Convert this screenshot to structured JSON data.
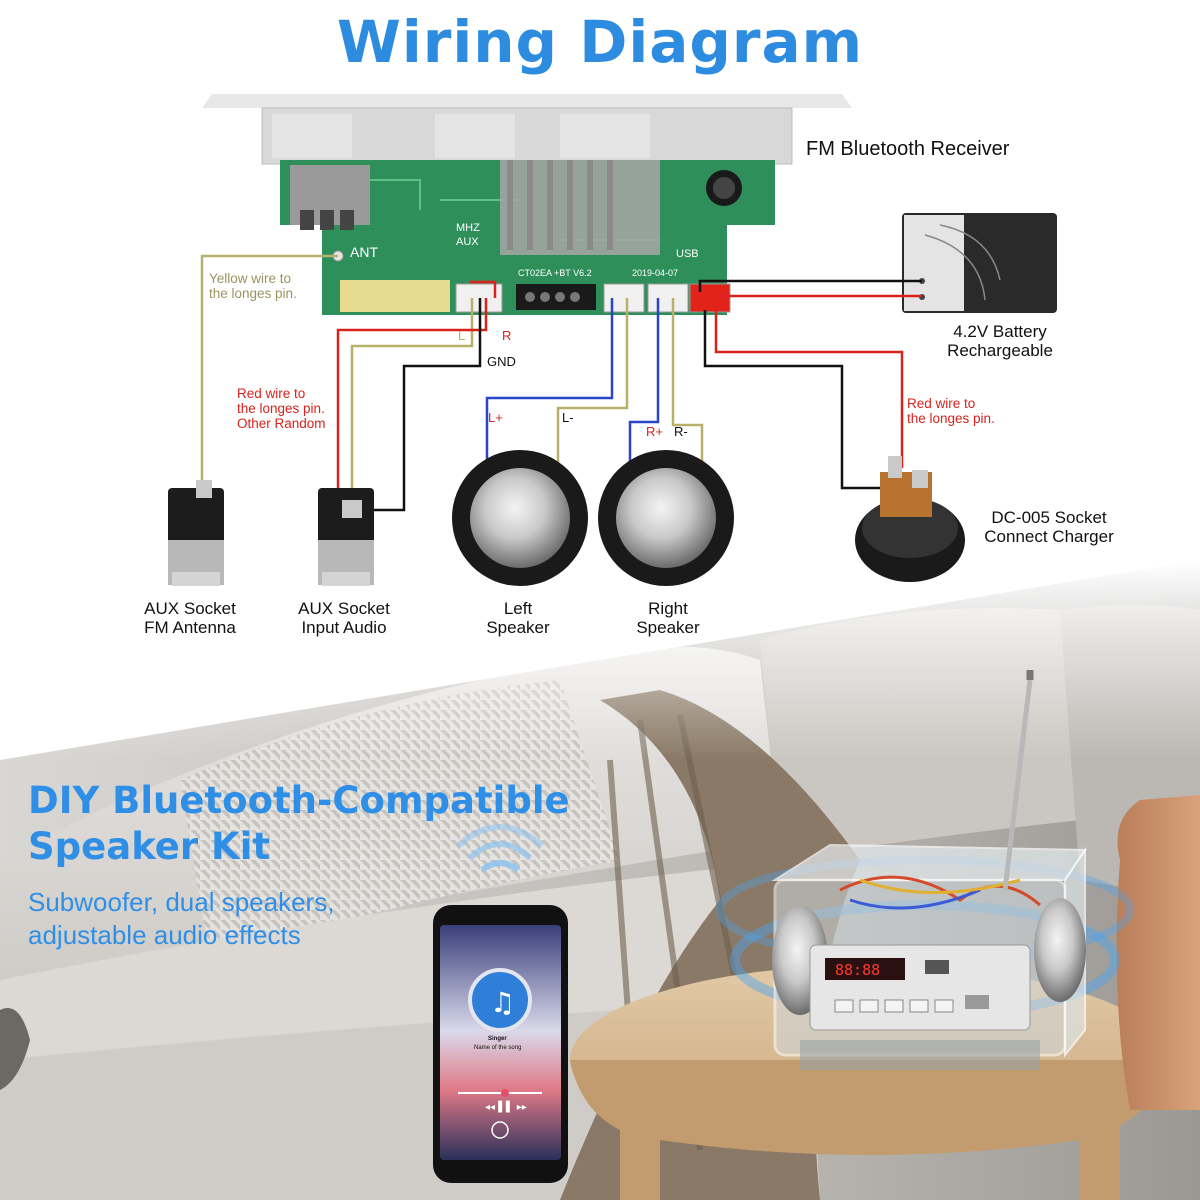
{
  "title": "Wiring Diagram",
  "labels": {
    "receiver": "FM Bluetooth Receiver",
    "battery": [
      "4.2V Battery",
      "Rechargeable"
    ],
    "dc_socket": [
      "DC-005 Socket",
      "Connect Charger"
    ],
    "aux_antenna": [
      "AUX Socket",
      "FM Antenna"
    ],
    "aux_input": [
      "AUX Socket",
      "Input Audio"
    ],
    "left_speaker": [
      "Left",
      "Speaker"
    ],
    "right_speaker": [
      "Right",
      "Speaker"
    ]
  },
  "notes": {
    "yellow_wire": [
      "Yellow wire to",
      "the longes pin."
    ],
    "red_wire_aux": [
      "Red wire to",
      "the longes pin.",
      "Other Random"
    ],
    "red_wire_dc": [
      "Red wire to",
      "the longes pin."
    ]
  },
  "pins": {
    "l": "L",
    "r": "R",
    "gnd": "GND",
    "l_plus": "L+",
    "l_minus": "L-",
    "r_plus": "R+",
    "r_minus": "R-"
  },
  "board": {
    "ant": "ANT",
    "aux": "AUX",
    "mhz": "MHZ",
    "usb": "USB",
    "model": "CT02EA +BT V6.2",
    "date": "2019-04-07"
  },
  "phone": {
    "singer": "Singer",
    "song": "Name of the song"
  },
  "promo": {
    "title": [
      "DIY Bluetooth-Compatible",
      "Speaker Kit"
    ],
    "subtitle": [
      "Subwoofer, dual speakers,",
      "adjustable audio effects"
    ]
  },
  "colors": {
    "title_blue": "#2d8ce0",
    "wire_yellow": "#b8b06a",
    "wire_red": "#d9221c",
    "wire_blue": "#2a46c8",
    "wire_black": "#111111",
    "board_green": "#2f8f5a"
  }
}
